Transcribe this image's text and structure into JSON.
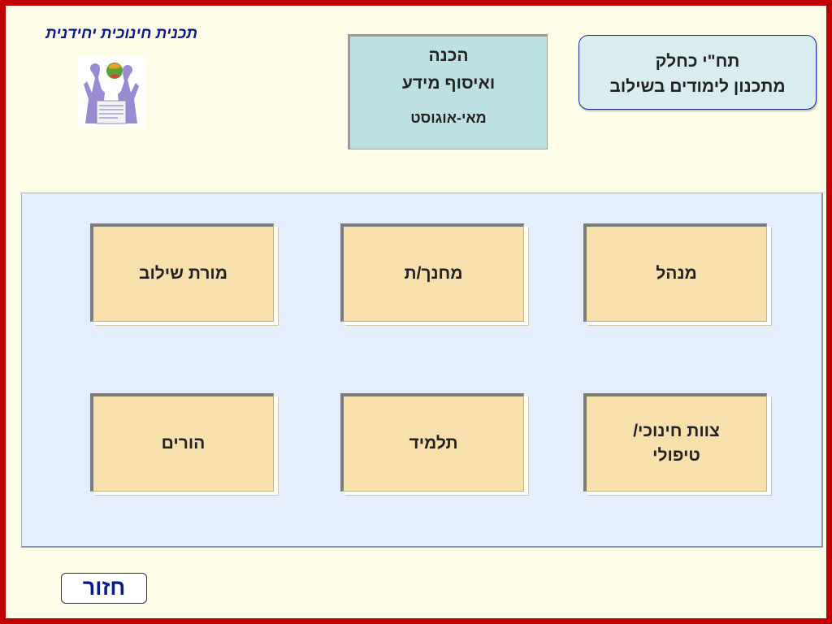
{
  "header": {
    "title": "תכנית חינוכית יחידנית",
    "logo_icon": "logo-icon"
  },
  "prep_box": {
    "line1": "הכנה",
    "line2": "ואיסוף מידע",
    "line3": "מאי-אוגוסט"
  },
  "plan_box": {
    "line1": "תח\"י כחלק",
    "line2": "מתכנון לימודים בשילוב"
  },
  "cards": {
    "principal": "מנהל",
    "educator": "מחנך/ת",
    "integration_teacher": "מורת שילוב",
    "team": "צוות חינוכי/\nטיפולי",
    "student": "תלמיד",
    "parents": "הורים"
  },
  "footer": {
    "back_label": "חזור"
  },
  "colors": {
    "frame": "#c00000",
    "background": "#fefee8",
    "title": "#0a1a8c",
    "card": "#f7e0ab",
    "panel": "#e4eefc",
    "prep_box": "#bde0e3",
    "plan_box": "#d9edf0"
  }
}
